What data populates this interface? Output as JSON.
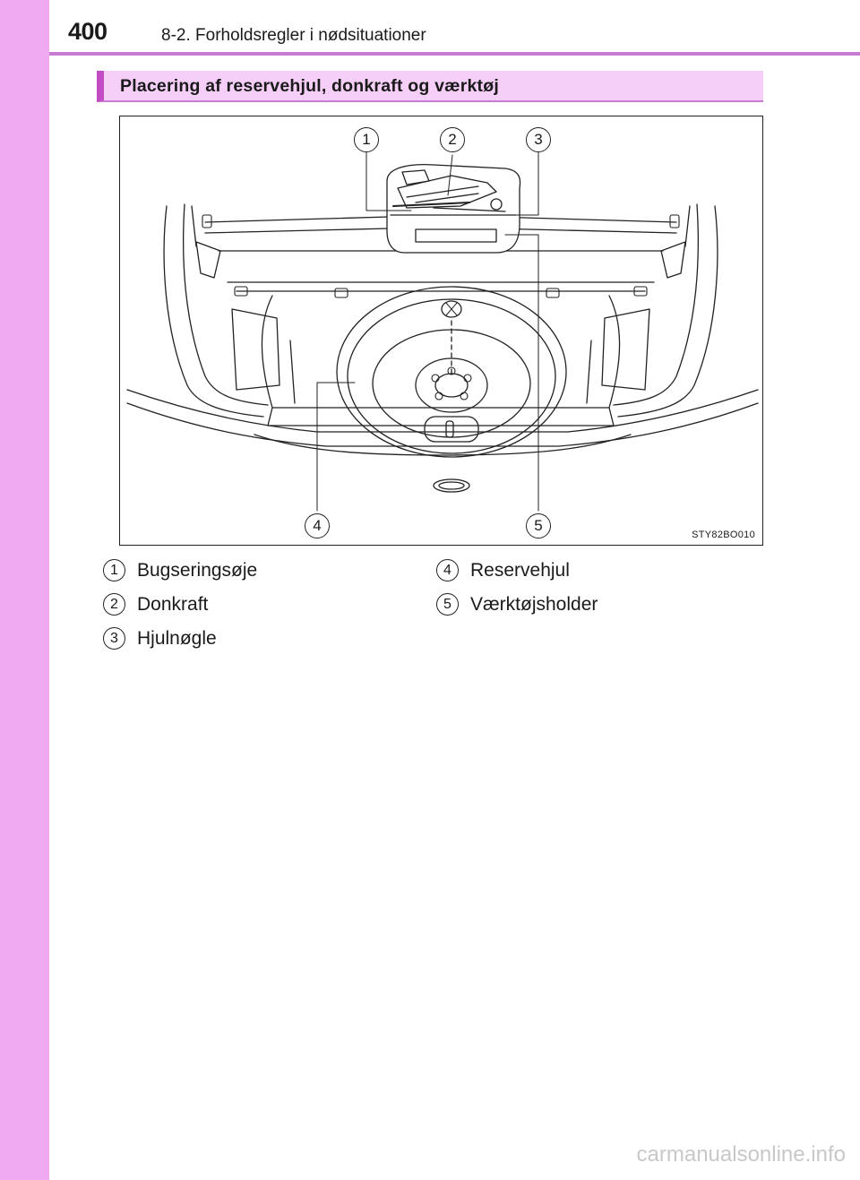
{
  "header": {
    "page_number": "400",
    "chapter": "8-2. Forholdsregler i nødsituationer"
  },
  "section": {
    "title": "Placering af reservehjul, donkraft og værktøj"
  },
  "figure": {
    "code": "STY82BO010",
    "callouts": [
      "1",
      "2",
      "3",
      "4",
      "5"
    ]
  },
  "legend": [
    {
      "num": "1",
      "label": "Bugseringsøje"
    },
    {
      "num": "2",
      "label": "Donkraft"
    },
    {
      "num": "3",
      "label": "Hjulnøgle"
    },
    {
      "num": "4",
      "label": "Reservehjul"
    },
    {
      "num": "5",
      "label": "Værktøjsholder"
    }
  ],
  "watermark": "carmanualsonline.info",
  "colors": {
    "side_tab": "#efaaf2",
    "header_rule": "#c97ad4",
    "banner_bg": "#f6cff9",
    "banner_accent": "#c24cc6"
  }
}
